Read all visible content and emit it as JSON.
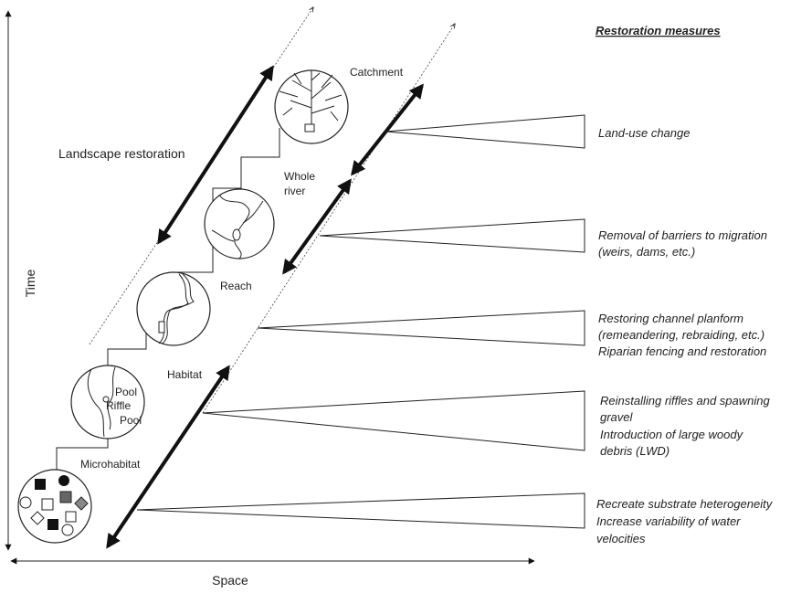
{
  "axes": {
    "time_label": "Time",
    "space_label": "Space"
  },
  "header": "Restoration measures",
  "landscape_label": "Landscape restoration",
  "scales": {
    "catchment": "Catchment",
    "whole_river_1": "Whole",
    "whole_river_2": "river",
    "reach": "Reach",
    "habitat": "Habitat",
    "microhabitat": "Microhabitat",
    "pool_top": "Pool",
    "riffle": "Riffle",
    "pool_bottom": "Pool"
  },
  "measures": [
    {
      "lines": [
        "Land-use change"
      ]
    },
    {
      "lines": [
        "Removal of barriers to migration",
        "(weirs, dams, etc.)"
      ]
    },
    {
      "lines": [
        "Restoring channel planform",
        "(remeandering, rebraiding, etc.)",
        "Riparian fencing and restoration"
      ]
    },
    {
      "lines": [
        "Reinstalling riffles and spawning",
        "gravel",
        "Introduction of large woody",
        "debris (LWD)"
      ]
    },
    {
      "lines": [
        "Recreate substrate heterogeneity",
        "Increase variability of water",
        "velocities"
      ]
    }
  ]
}
